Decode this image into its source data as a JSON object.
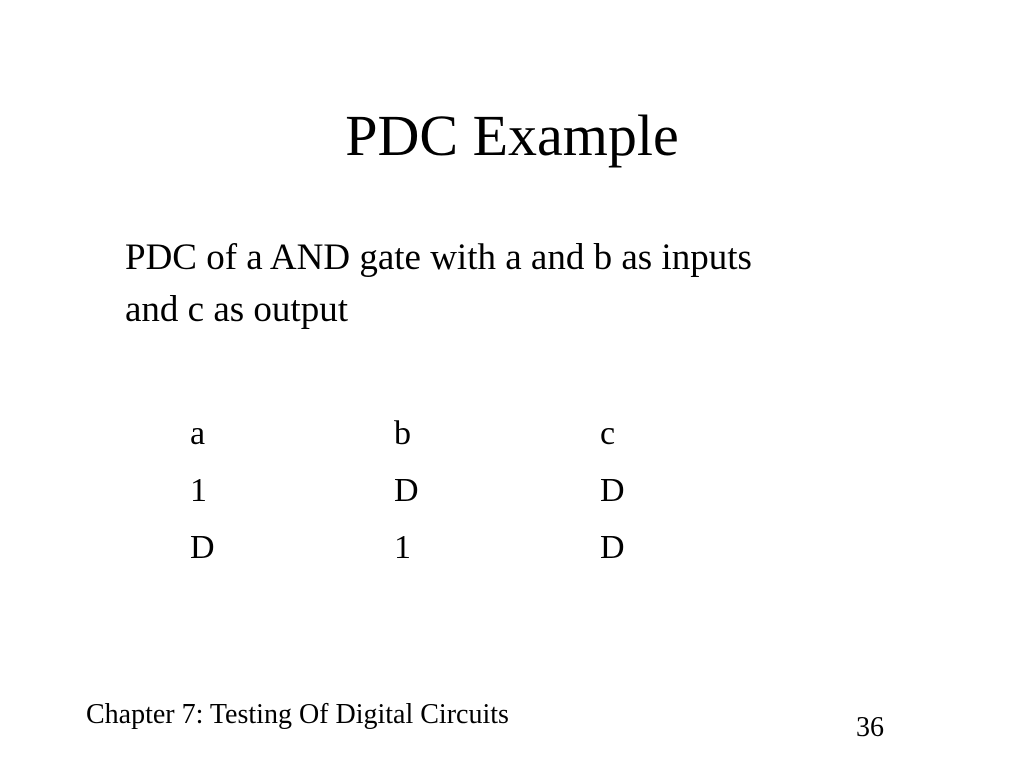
{
  "slide": {
    "title": "PDC Example",
    "body_lines": [
      "PDC of a AND gate with a and b as inputs",
      "and c as output"
    ],
    "table": {
      "headers": [
        "a",
        "b",
        "c"
      ],
      "rows": [
        [
          "1",
          "D",
          "D"
        ],
        [
          "D",
          "1",
          "D"
        ]
      ]
    },
    "footer": {
      "chapter": "Chapter 7: Testing Of Digital Circuits",
      "page_number": "36"
    }
  }
}
